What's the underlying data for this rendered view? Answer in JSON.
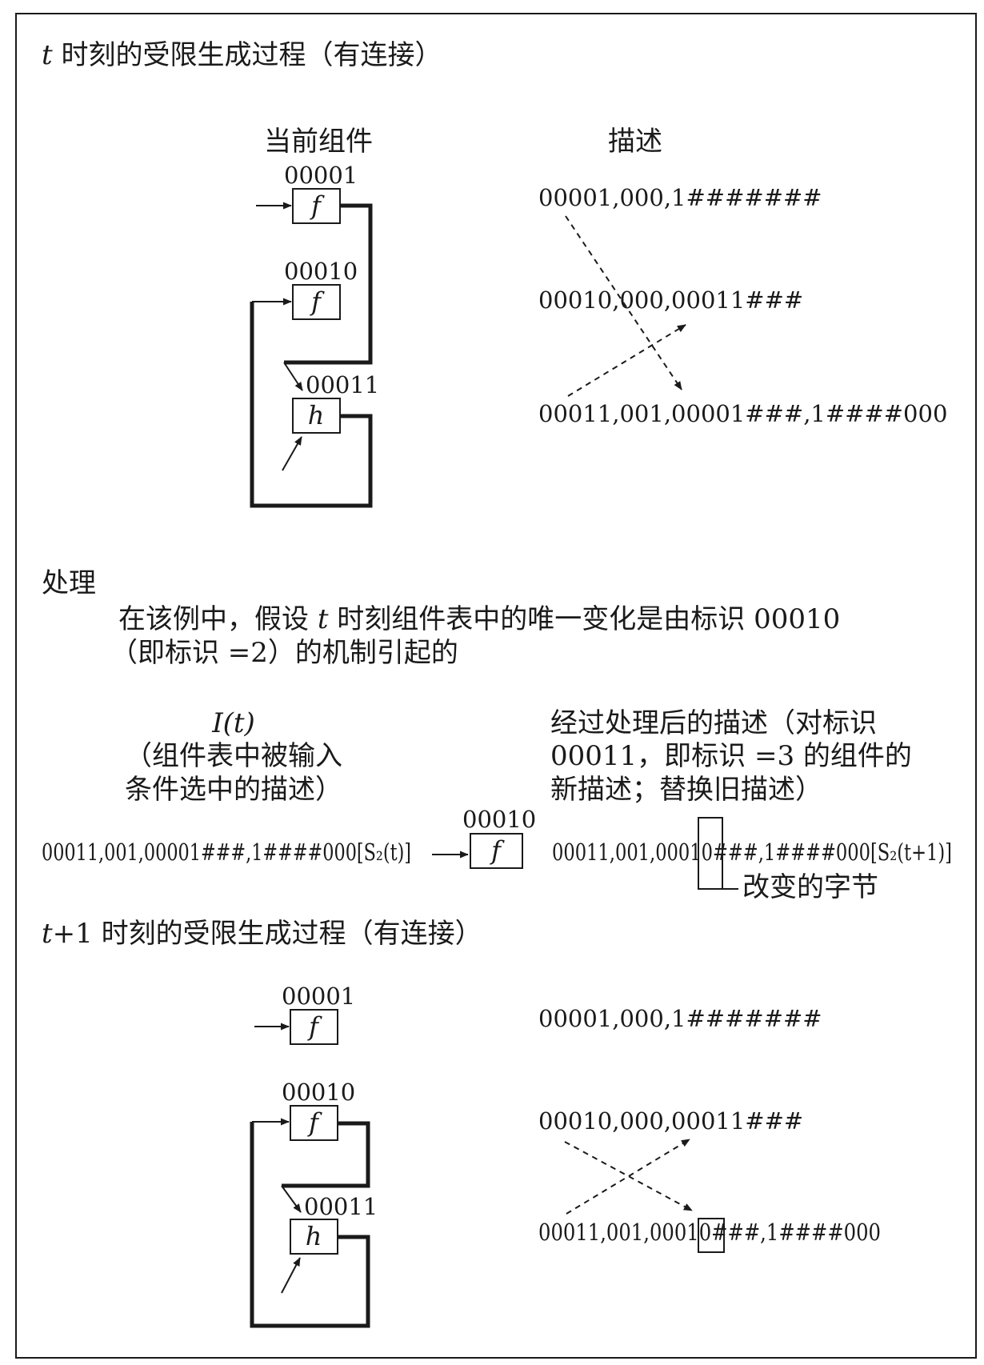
{
  "section_t": {
    "title_var": "t",
    "title_rest": " 时刻的受限生成过程（有连接）",
    "col_components": "当前组件",
    "col_description": "描述",
    "components": [
      {
        "id": "00001",
        "glyph": "f"
      },
      {
        "id": "00010",
        "glyph": "f"
      },
      {
        "id": "00011",
        "glyph": "h"
      }
    ],
    "descriptions": [
      "00001,000,1#######",
      "00010,000,00011###",
      "00011,001,00001###,1####000"
    ]
  },
  "processing": {
    "title": "处理",
    "para_a": "在该例中，假设 ",
    "para_var": "t",
    "para_b": " 时刻组件表中的唯一变化是由标识 00010",
    "para_line2": "（即标识 =2）的机制引起的",
    "input_label": "I(t)",
    "input_caption": [
      "（组件表中被输入",
      "条件选中的描述）"
    ],
    "output_caption": [
      "经过处理后的描述（对标识",
      "00011，即标识 =3 的组件的",
      "新描述；替换旧描述）"
    ],
    "input_expr": "00011,001,00001###,1####000[S₂(t)]",
    "mechanism": {
      "id": "00010",
      "glyph": "f"
    },
    "output_expr_pre": "00011,001,000",
    "output_expr_changed": "10",
    "output_expr_post": "###,1####000[S₂(t+1)]",
    "changed_label": "改变的字节"
  },
  "section_t1": {
    "title_var": "t",
    "title_rest": "+1 时刻的受限生成过程（有连接）",
    "components": [
      {
        "id": "00001",
        "glyph": "f"
      },
      {
        "id": "00010",
        "glyph": "f"
      },
      {
        "id": "00011",
        "glyph": "h"
      }
    ],
    "descriptions": [
      "00001,000,1#######",
      "00010,000,00011###"
    ],
    "desc3_pre": "00011,001,000",
    "desc3_changed": "10",
    "desc3_post": "###,1####000"
  }
}
